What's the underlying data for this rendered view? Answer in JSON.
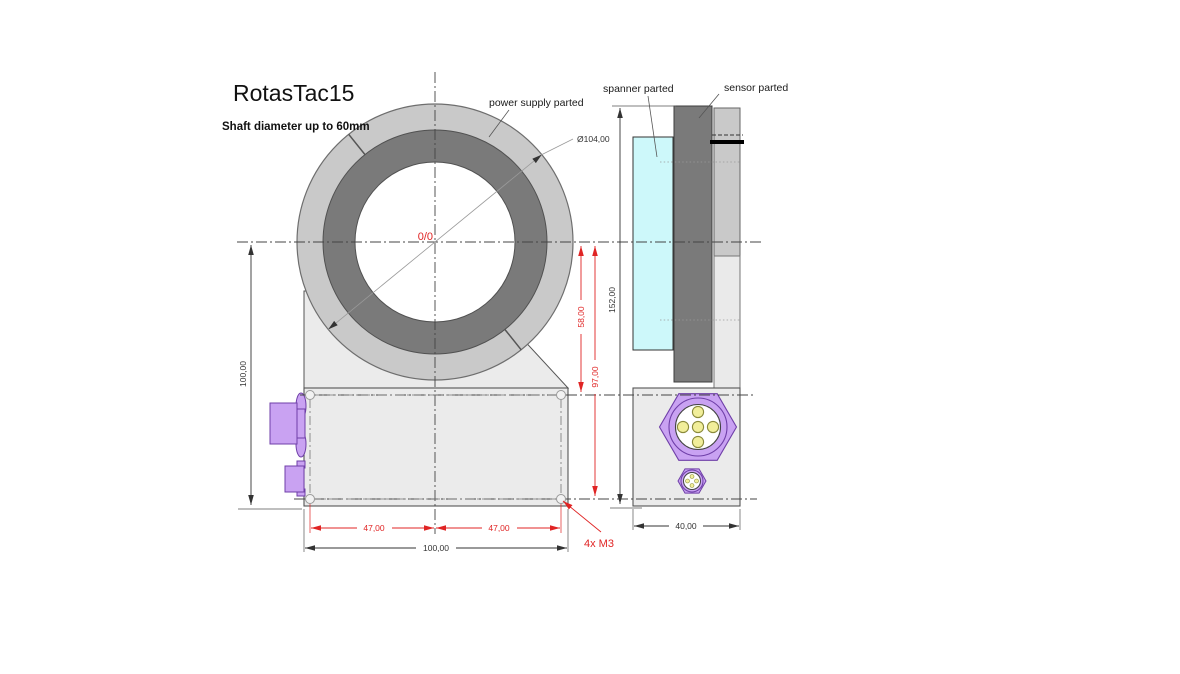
{
  "title": "RotasTac15",
  "subtitle": "Shaft diameter up to 60mm",
  "annotations": {
    "power_supply": "power supply parted",
    "spanner": "spanner parted",
    "sensor": "sensor parted",
    "origin": "0/0",
    "thread_note": "4x M3"
  },
  "dimensions": {
    "outer_diameter": "Ø104,00",
    "front_center_to_bottom": "100,00",
    "front_base_width": "100,00",
    "hole_pitch_left": "47,00",
    "hole_pitch_right": "47,00",
    "center_to_upper_holes": "58,00",
    "center_to_lower_holes": "97,00",
    "side_total_height": "152,00",
    "side_base_depth": "40,00"
  },
  "colors": {
    "dimension_red": "#e02424",
    "ring_light_gray": "#c9c9c9",
    "ring_dark_gray": "#7a7a7a",
    "body_gray": "#ebebeb",
    "spanner_cyan": "#cdf8fa",
    "connector_purple": "#c9a2f2",
    "pin_yellow": "#f1ee9a"
  }
}
